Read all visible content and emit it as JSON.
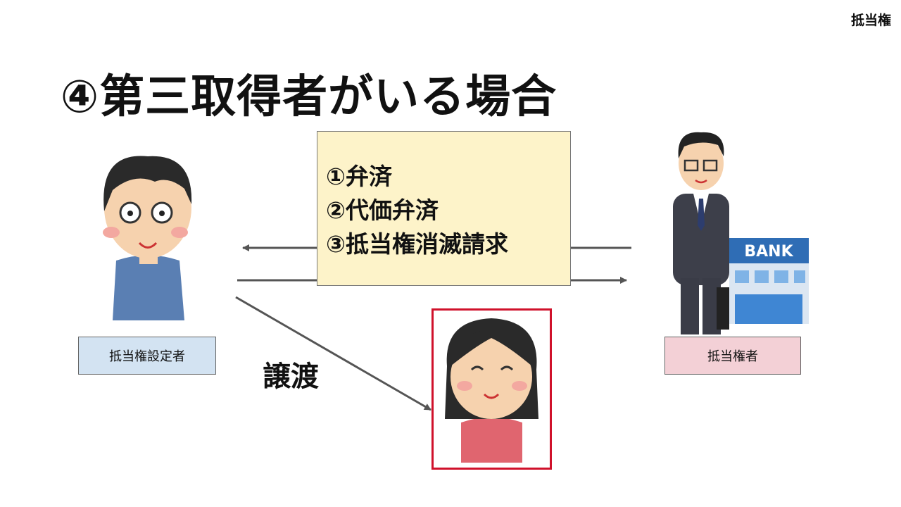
{
  "header": {
    "topic": "抵当権"
  },
  "slide": {
    "title": "④第三取得者がいる場合",
    "methods": [
      "①弁済",
      "②代価弁済",
      "③抵当権消滅請求"
    ],
    "left_party": "抵当権設定者",
    "right_party": "抵当権者",
    "transfer_label": "譲渡",
    "bank_sign": "BANK"
  },
  "colors": {
    "box_fill": "#fdf3c9",
    "left_label": "#d3e3f2",
    "right_label": "#f3d0d6",
    "highlight": "#d0112b",
    "arrow": "#555555"
  }
}
